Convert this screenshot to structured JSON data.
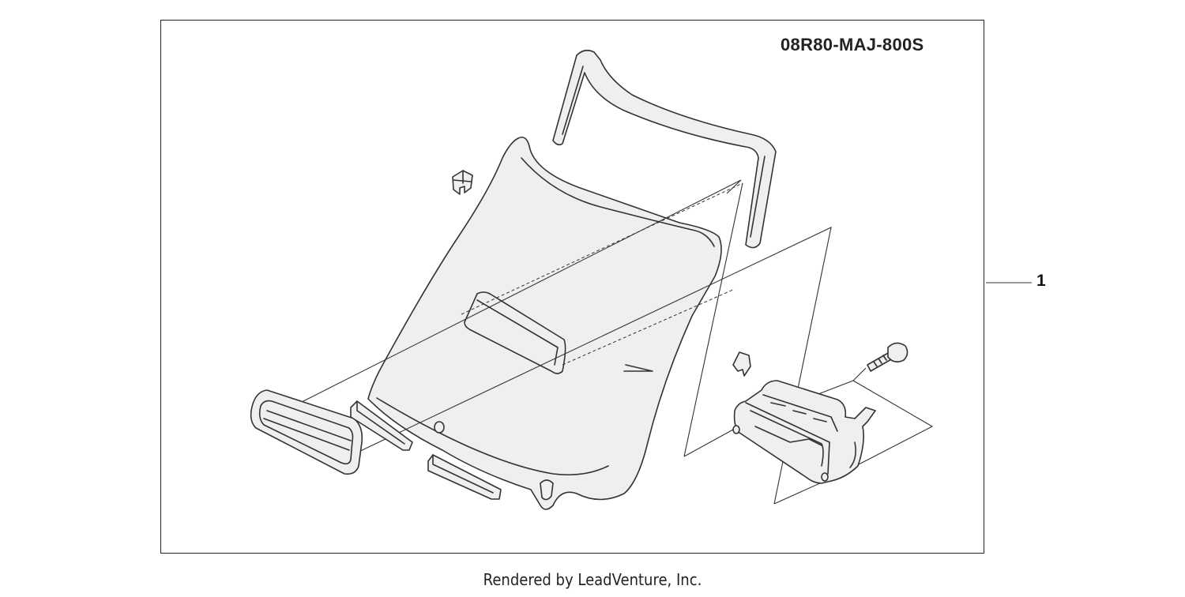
{
  "diagram": {
    "part_number": "08R80-MAJ-800S",
    "callouts": [
      {
        "label": "1"
      }
    ]
  },
  "footer": {
    "credit": "Rendered by LeadVenture, Inc."
  },
  "colors": {
    "line": "#333333",
    "background": "#ffffff",
    "part_fill": "#efefef"
  }
}
